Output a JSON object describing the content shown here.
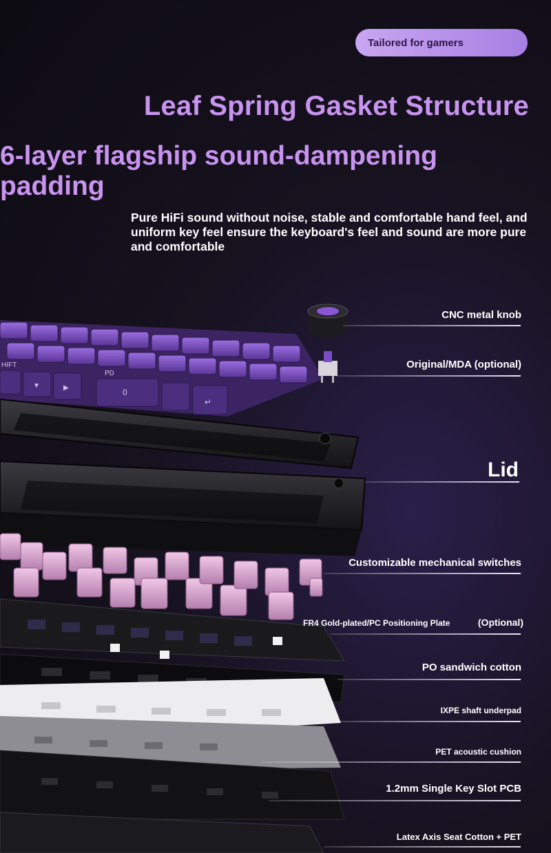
{
  "badge": "Tailored for gamers",
  "headline": "Leaf Spring Gasket Structure",
  "subheadline": "6-layer flagship sound-dampening padding",
  "description": "Pure HiFi sound without noise, stable and comfortable hand feel, and uniform key feel ensure the keyboard's feel and sound are more pure and comfortable",
  "layers": {
    "knob": "CNC metal knob",
    "keycaps": "Original/MDA (optional)",
    "lid": "Lid",
    "switches": "Customizable mechanical switches",
    "plate": "FR4 Gold-plated/PC Positioning Plate",
    "plate_optional": "(Optional)",
    "po_cotton": "PO sandwich cotton",
    "ixpe": "IXPE shaft underpad",
    "pet": "PET acoustic cushion",
    "pcb": "1.2mm Single Key Slot PCB",
    "latex": "Latex Axis Seat Cotton + PET"
  },
  "key_legends": {
    "shift": "HIFT",
    "pd": "PD",
    "zero": "0",
    "enter": "↵",
    "down": "▼",
    "right": "▶"
  },
  "colors": {
    "accent": "#c993f0",
    "badge_bg": "#b48ee9",
    "keycap_purple": "#7a4ec2",
    "switch_pink": "#d9a4cf"
  }
}
